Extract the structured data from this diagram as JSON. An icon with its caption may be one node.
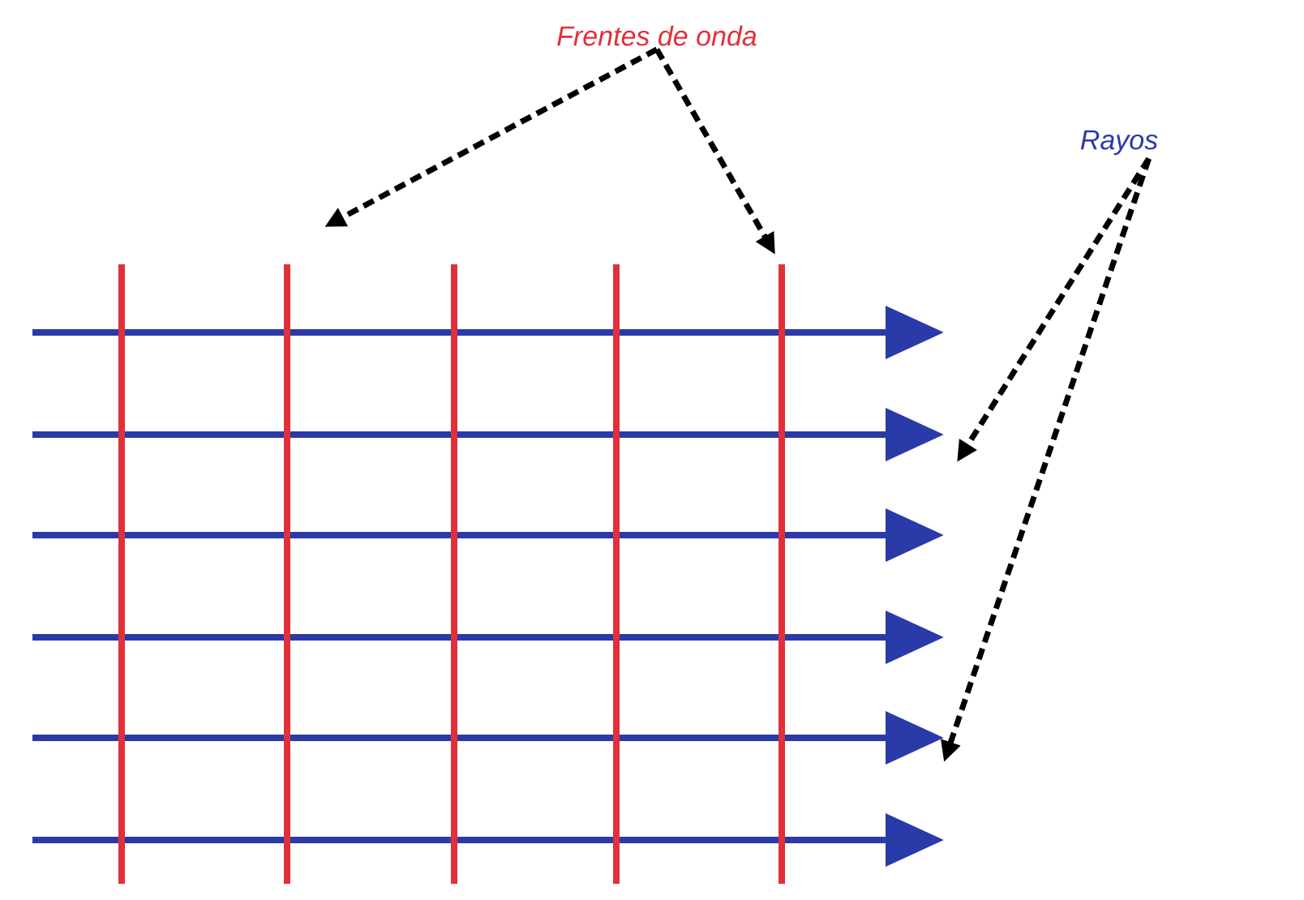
{
  "diagram": {
    "nodes": [
      {
        "text": [
          "Frentes de onda"
        ]
      },
      {
        "text": [
          "Rayos"
        ]
      }
    ],
    "edges": [
      {
        "from": 0,
        "to": null,
        "arrow": "to",
        "style": "dashed"
      },
      {
        "from": 0,
        "to": null,
        "arrow": "to",
        "style": "dashed"
      },
      {
        "from": 1,
        "to": null,
        "arrow": "to",
        "style": "dashed"
      },
      {
        "from": 1,
        "to": null,
        "arrow": "to",
        "style": "dashed"
      }
    ]
  }
}
